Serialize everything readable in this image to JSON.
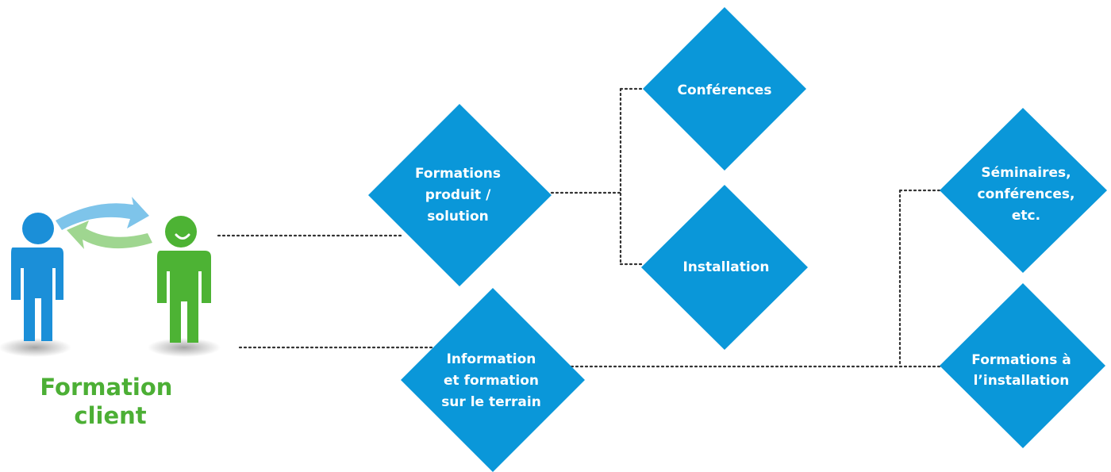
{
  "colors": {
    "diamond": "#0a97d9",
    "caption": "#4caf35",
    "person_blue": "#1b8fd8",
    "person_green": "#4db334",
    "arrow_blue": "#7ec4ea",
    "arrow_green": "#9fd690",
    "connector": "#333333"
  },
  "icons": {
    "blue_person": "person-icon",
    "green_person": "smiling-person-icon",
    "exchange": "exchange-arrows-icon"
  },
  "caption": {
    "line1": "Formation",
    "line2": "client"
  },
  "nodes": {
    "formations_produit": [
      "Formations",
      "produit /",
      "solution"
    ],
    "information_terrain": [
      "Information",
      "et formation",
      "sur le terrain"
    ],
    "conferences": [
      "Conférences"
    ],
    "installation": [
      "Installation"
    ],
    "seminaires": [
      "Séminaires,",
      "conférences,",
      "etc."
    ],
    "formations_installation": [
      "Formations à",
      "l’installation"
    ]
  }
}
